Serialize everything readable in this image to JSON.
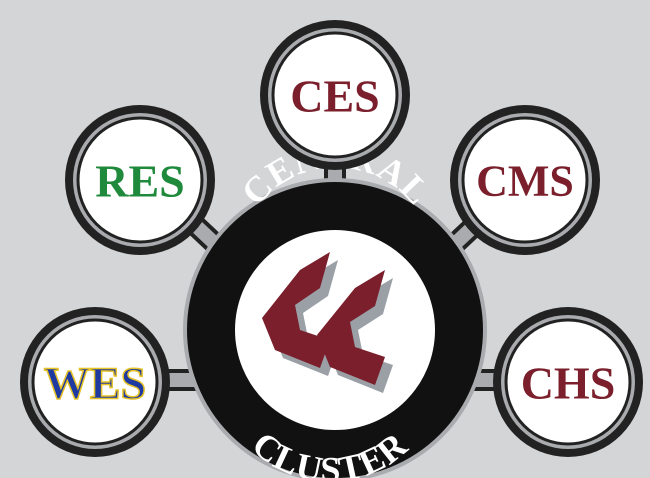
{
  "hub": {
    "top_text": "CENTRAL",
    "bottom_text": "CLUSTER",
    "logo": "CC",
    "logo_color": "#7a1f2b",
    "logo_shadow_color": "#9aa0a6",
    "ring_color": "#111111"
  },
  "schools": [
    {
      "id": "ces",
      "label": "CES",
      "color": "#7a1f2b"
    },
    {
      "id": "res",
      "label": "RES",
      "color": "#1f8a3c"
    },
    {
      "id": "cms",
      "label": "CMS",
      "color": "#7a1f2b"
    },
    {
      "id": "wes",
      "label": "WES",
      "color": "#1e3aa0",
      "outline_color": "#e6c229"
    },
    {
      "id": "chs",
      "label": "CHS",
      "color": "#7a1f2b"
    }
  ],
  "colors": {
    "background": "#d4d5d7",
    "connector": "#a9abae",
    "circle_outline": "#222222",
    "circle_fill": "#ffffff"
  }
}
